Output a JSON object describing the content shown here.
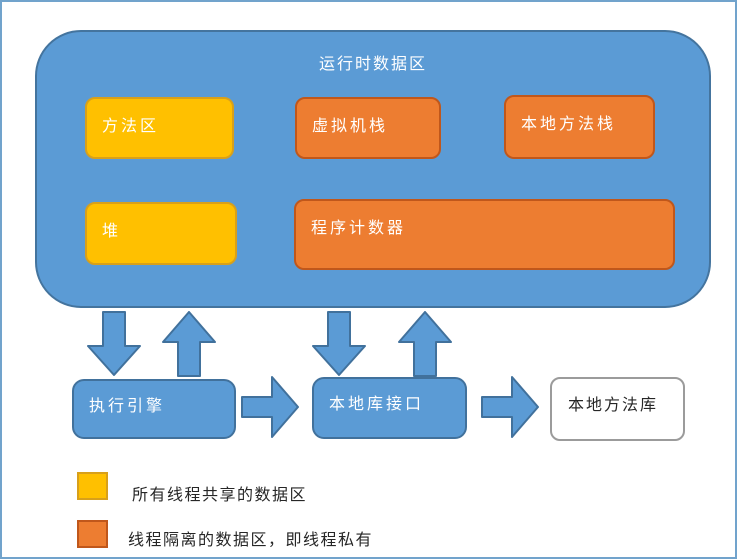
{
  "title": "运行时数据区",
  "runtime_boxes": {
    "method_area": "方法区",
    "vm_stack": "虚拟机栈",
    "native_method_stack": "本地方法栈",
    "heap": "堆",
    "program_counter": "程序计数器"
  },
  "flow_boxes": {
    "execution_engine": "执行引擎",
    "native_interface": "本地库接口",
    "native_library": "本地方法库"
  },
  "legend": {
    "shared": {
      "label": "所有线程共享的数据区",
      "color": "#FFC000"
    },
    "private": {
      "label": "线程隔离的数据区，即线程私有",
      "color": "#ED7D31"
    }
  },
  "colors": {
    "container_fill": "#5B9BD5",
    "container_border": "#44749E",
    "shared_fill": "#FFC000",
    "shared_border": "#D8A01A",
    "private_fill": "#ED7D31",
    "private_border": "#C0571B",
    "arrow_fill": "#5B9BD5",
    "arrow_border": "#41719C",
    "library_border": "#9B9B9B"
  }
}
